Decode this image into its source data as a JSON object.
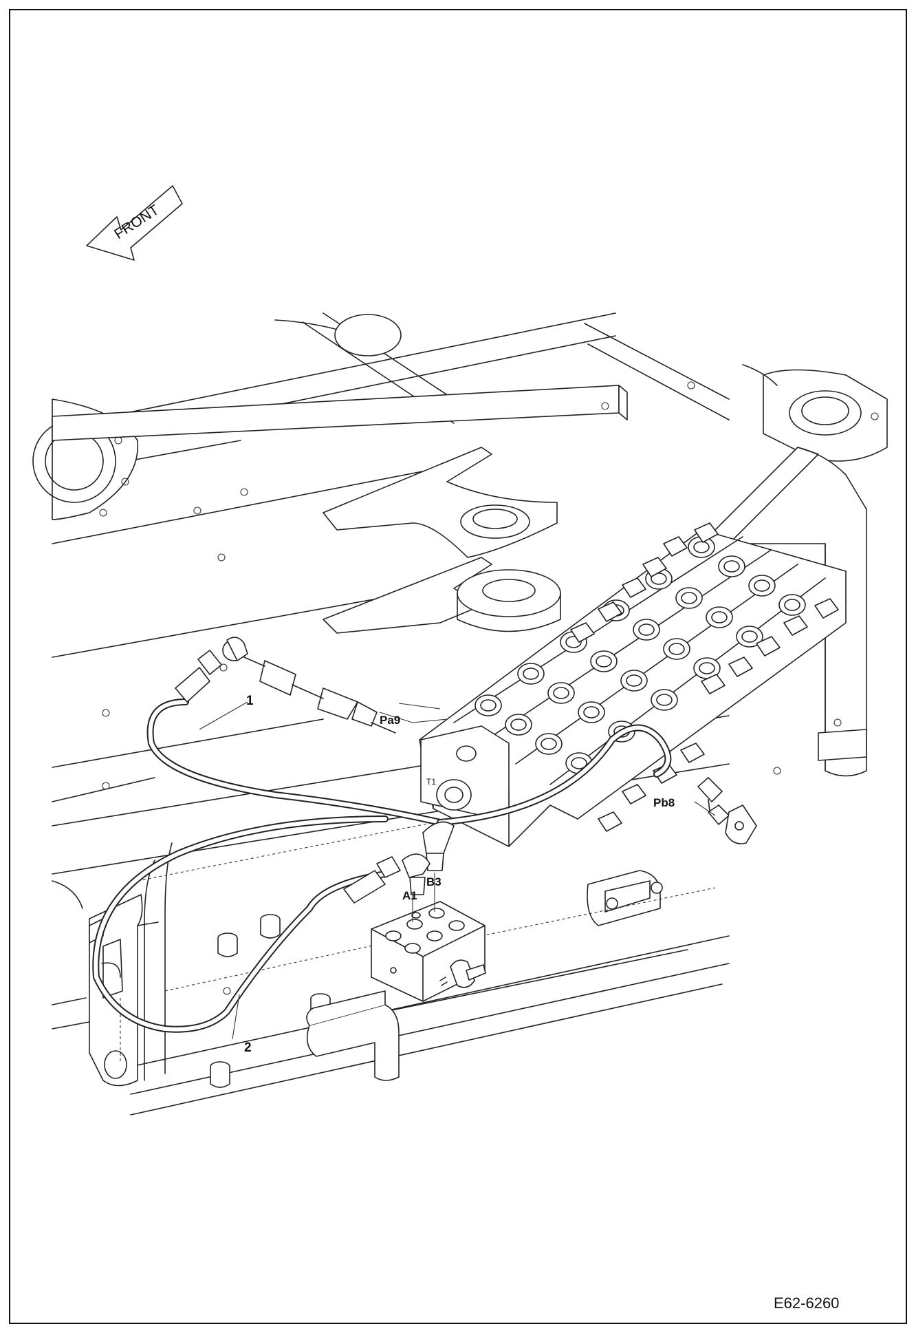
{
  "diagram": {
    "front_label": "FRONT",
    "callouts": [
      {
        "id": "hose-1",
        "text": "1"
      },
      {
        "id": "hose-2",
        "text": "2"
      }
    ],
    "ports": {
      "pa9": "Pa9",
      "pb8": "Pb8",
      "a1": "A1",
      "b3": "B3",
      "t1": "T1"
    },
    "reference_code": "E62-6260"
  }
}
